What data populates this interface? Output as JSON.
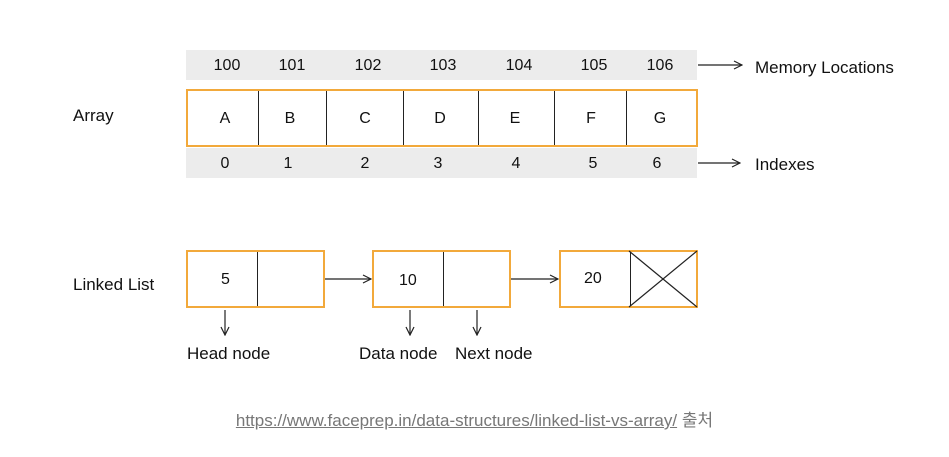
{
  "memory_locations": [
    "100",
    "101",
    "102",
    "103",
    "104",
    "105",
    "106"
  ],
  "array_values": [
    "A",
    "B",
    "C",
    "D",
    "E",
    "F",
    "G"
  ],
  "indexes": [
    "0",
    "1",
    "2",
    "3",
    "4",
    "5",
    "6"
  ],
  "labels": {
    "array": "Array",
    "linked_list": "Linked List",
    "memory_locations": "Memory Locations",
    "indexes": "Indexes",
    "head_node": "Head node",
    "data_node": "Data node",
    "next_node": "Next node"
  },
  "nodes": [
    "5",
    "10",
    "20"
  ],
  "footer": {
    "link": "https://www.faceprep.in/data-structures/linked-list-vs-array/",
    "suffix": "출처"
  },
  "colors": {
    "box_border": "#f2a93b",
    "band": "#ececec"
  }
}
